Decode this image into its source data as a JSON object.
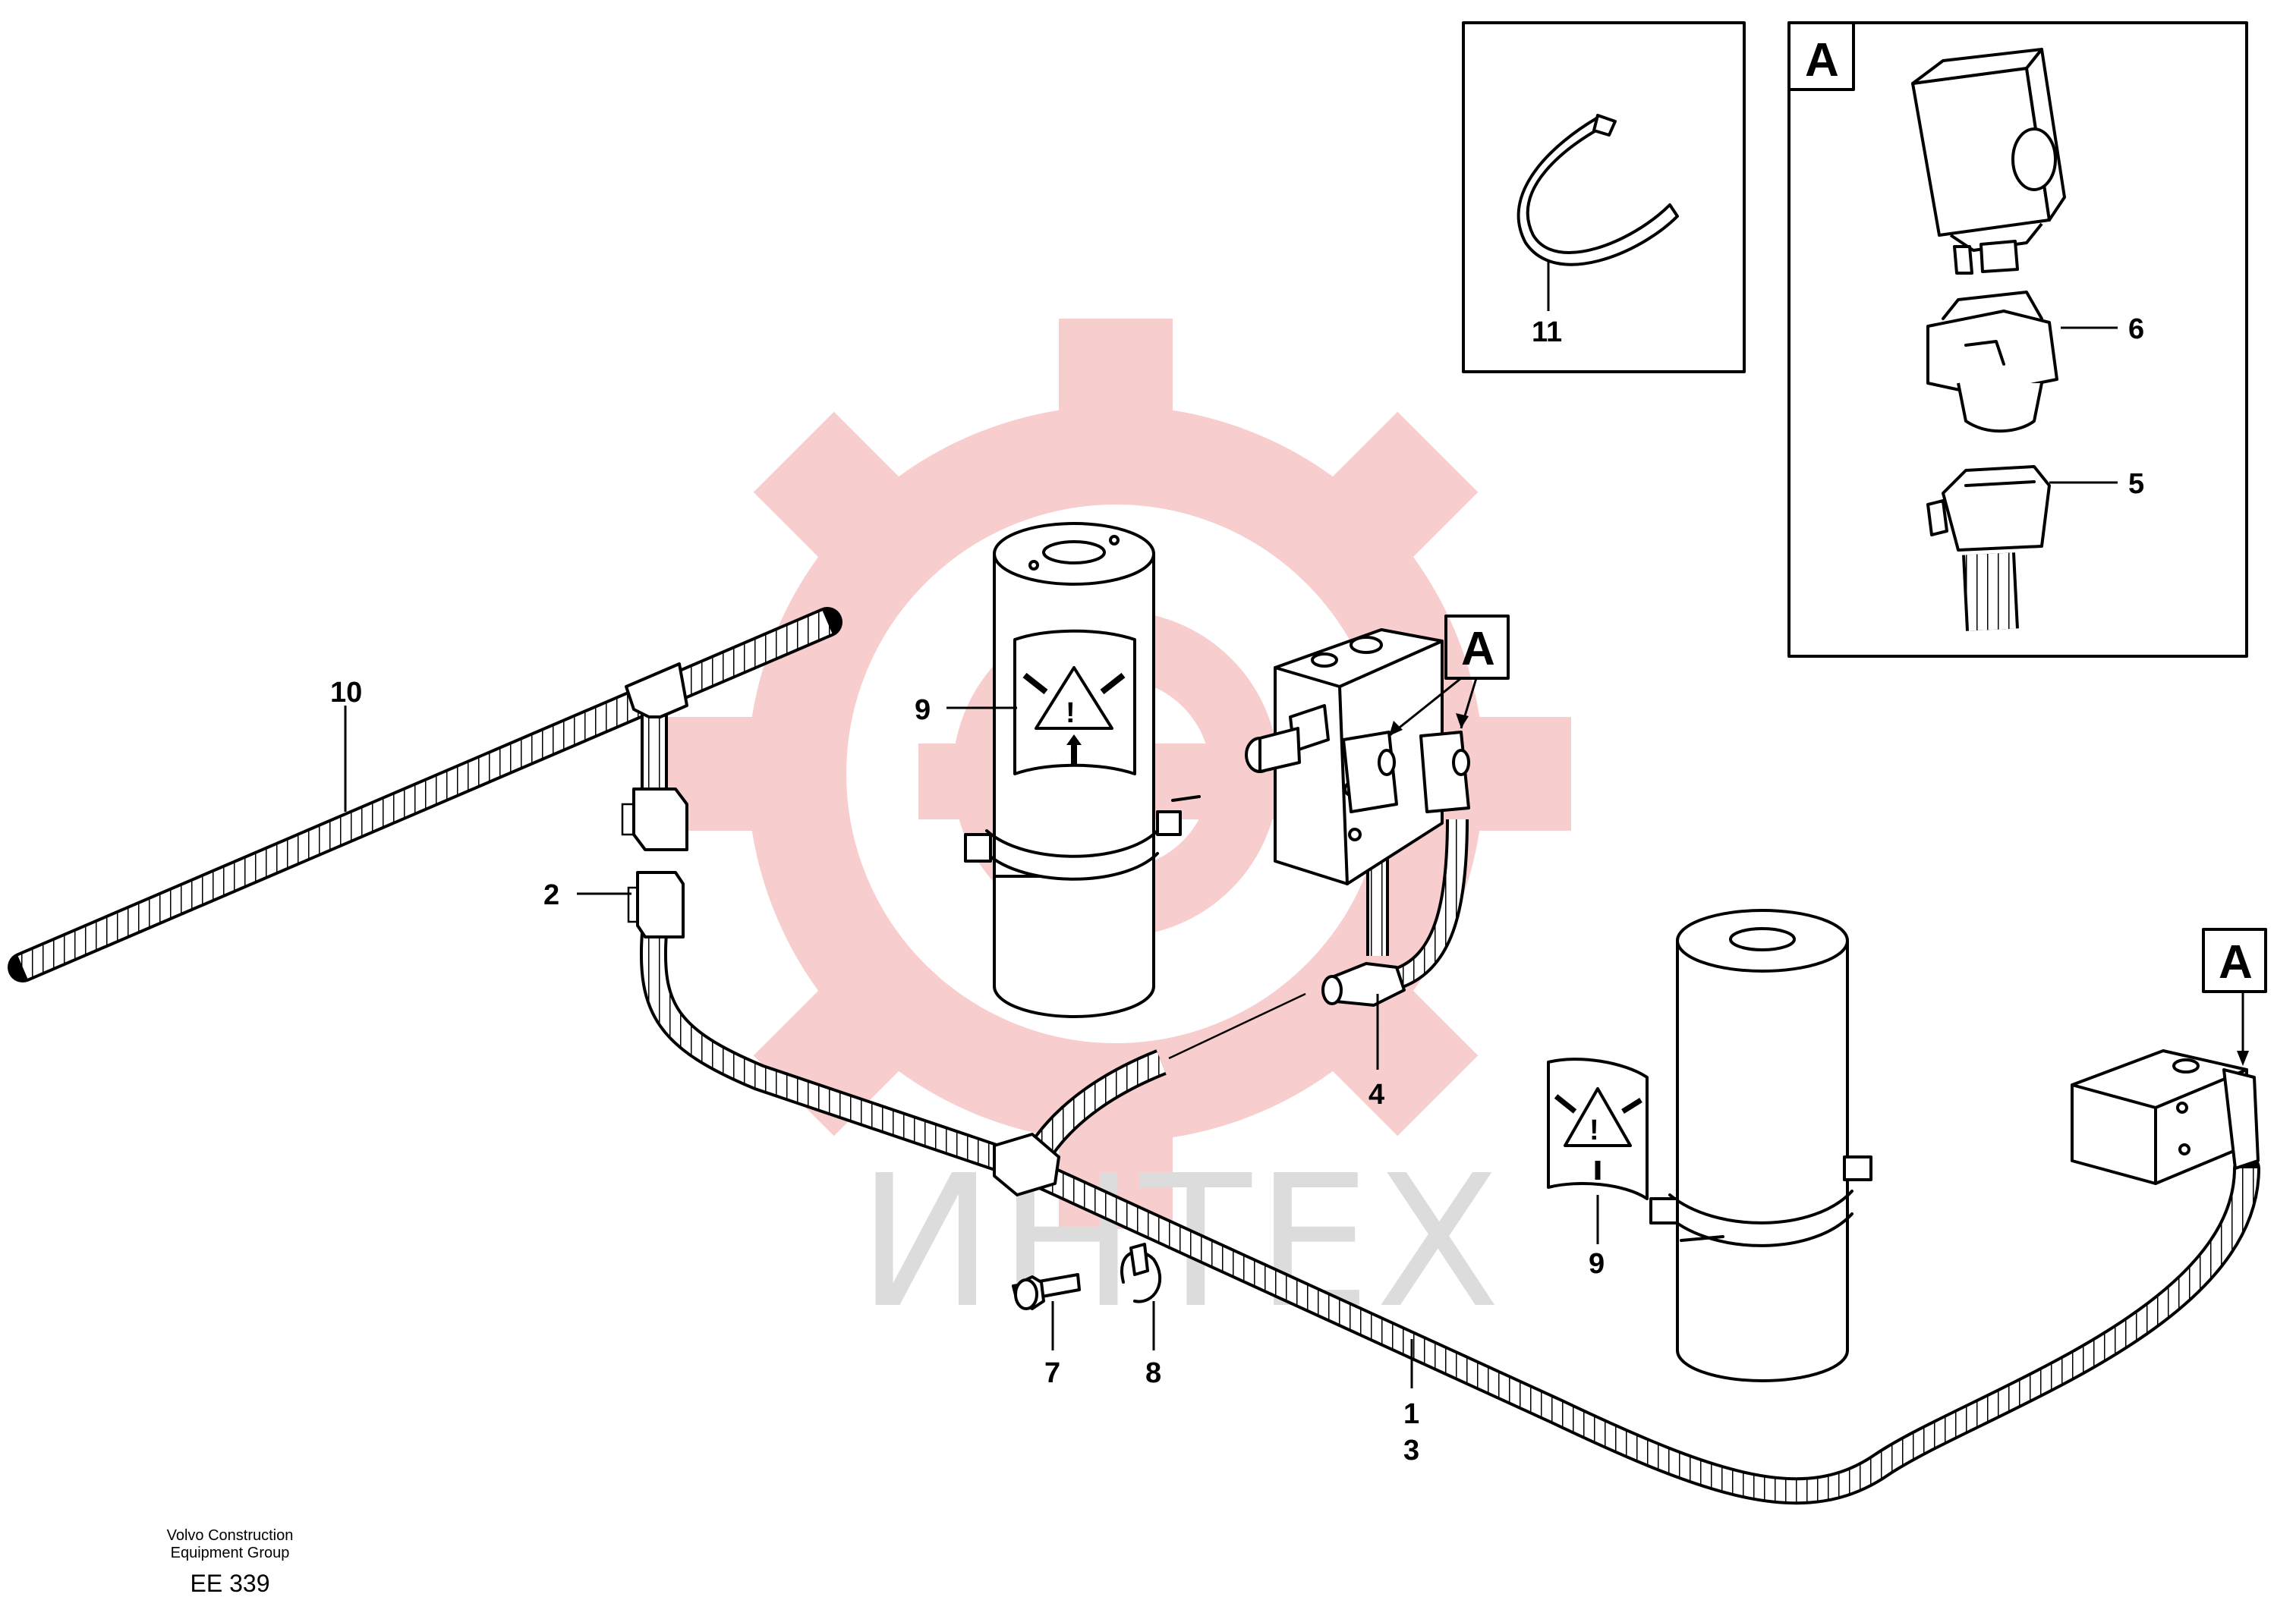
{
  "watermark": {
    "text": "ИНТЕХ",
    "gear_color": "#f8c8c8",
    "text_color": "#dcdcdc"
  },
  "callouts": {
    "c1": "1",
    "c2": "2",
    "c3": "3",
    "c4": "4",
    "c5": "5",
    "c6": "6",
    "c7": "7",
    "c8": "8",
    "c9a": "9",
    "c9b": "9",
    "c10": "10",
    "c11": "11"
  },
  "detail_labels": {
    "box_inset": "A",
    "box_valve": "A",
    "box_right": "A"
  },
  "icons": {
    "warning": "warning-triangle-icon",
    "arrows": "pressure-arrows-icon"
  },
  "footer": {
    "company_line1": "Volvo Construction",
    "company_line2": "Equipment Group",
    "drawing_id": "EE 339"
  }
}
